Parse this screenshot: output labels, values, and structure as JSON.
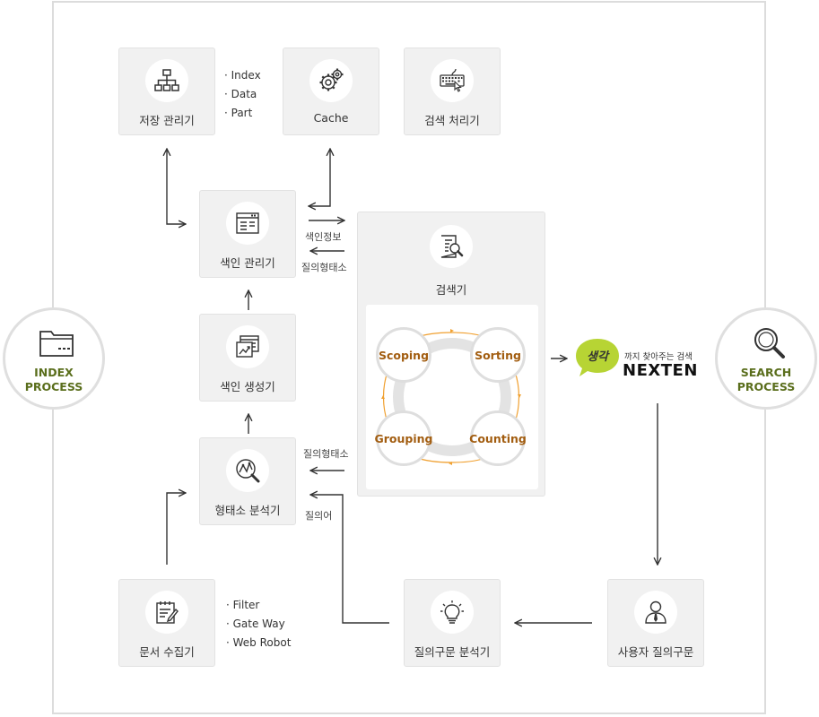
{
  "nodes": {
    "storage_manager": "저장 관리기",
    "cache": "Cache",
    "search_processor": "검색 처리기",
    "index_manager": "색인 관리기",
    "index_generator": "색인 생성기",
    "morph_analyzer": "형태소 분석기",
    "doc_collector": "문서 수집기",
    "query_analyzer": "질의구문 분석기",
    "user_query": "사용자 질의구문",
    "searcher": "검색기"
  },
  "storage_bullets": [
    "· Index",
    "· Data",
    "· Part"
  ],
  "collector_bullets": [
    "· Filter",
    "· Gate Way",
    "· Web Robot"
  ],
  "side": {
    "index_line1": "INDEX",
    "index_line2": "PROCESS",
    "search_line1": "SEARCH",
    "search_line2": "PROCESS",
    "index_color": "#5a6e1c",
    "search_color": "#5a6e1c"
  },
  "cycle": {
    "scoping": "Scoping",
    "sorting": "Sorting",
    "grouping": "Grouping",
    "counting": "Counting"
  },
  "edge_labels": {
    "index_info": "색인정보",
    "query_morph_top": "질의형태소",
    "query_morph_bottom": "질의형태소",
    "query_word": "질의어"
  },
  "brand": {
    "bubble_text": "생각",
    "tagline": "까지 찾아주는 검색",
    "name": "NEXTEN",
    "bubble_color": "#b7d434"
  },
  "colors": {
    "accent_brown": "#a25d10",
    "ring_orange": "#f0a030"
  }
}
